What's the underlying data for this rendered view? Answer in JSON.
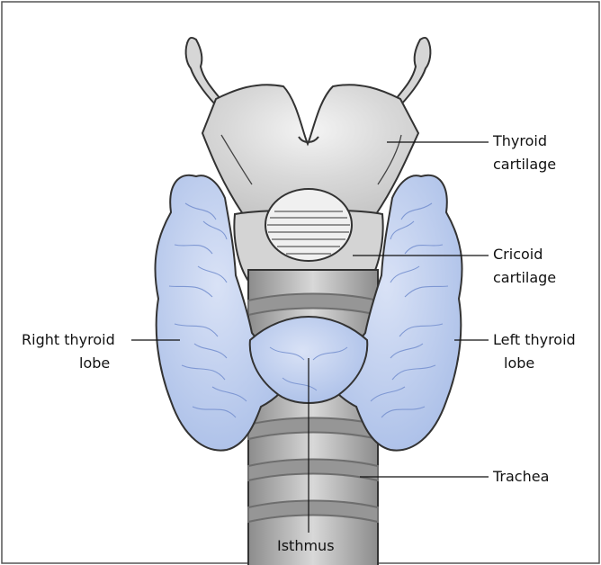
{
  "labels": {
    "thyroid_cartilage": [
      "Thyroid",
      "cartilage"
    ],
    "cricoid_cartilage": [
      "Cricoid",
      "cartilage"
    ],
    "right_thyroid_lobe": [
      "Right thyroid",
      "lobe"
    ],
    "left_thyroid_lobe": [
      "Left thyroid",
      "lobe"
    ],
    "trachea": "Trachea",
    "isthmus": "Isthmus"
  },
  "colors": {
    "cartilage_fill": "#d7d7d7",
    "cartilage_dark": "#8f8f8f",
    "lobe_fill": "#b7c8ea",
    "lobe_outline": "#313131",
    "vein": "#7e97d4",
    "trachea_band": "#9b9b9b"
  }
}
